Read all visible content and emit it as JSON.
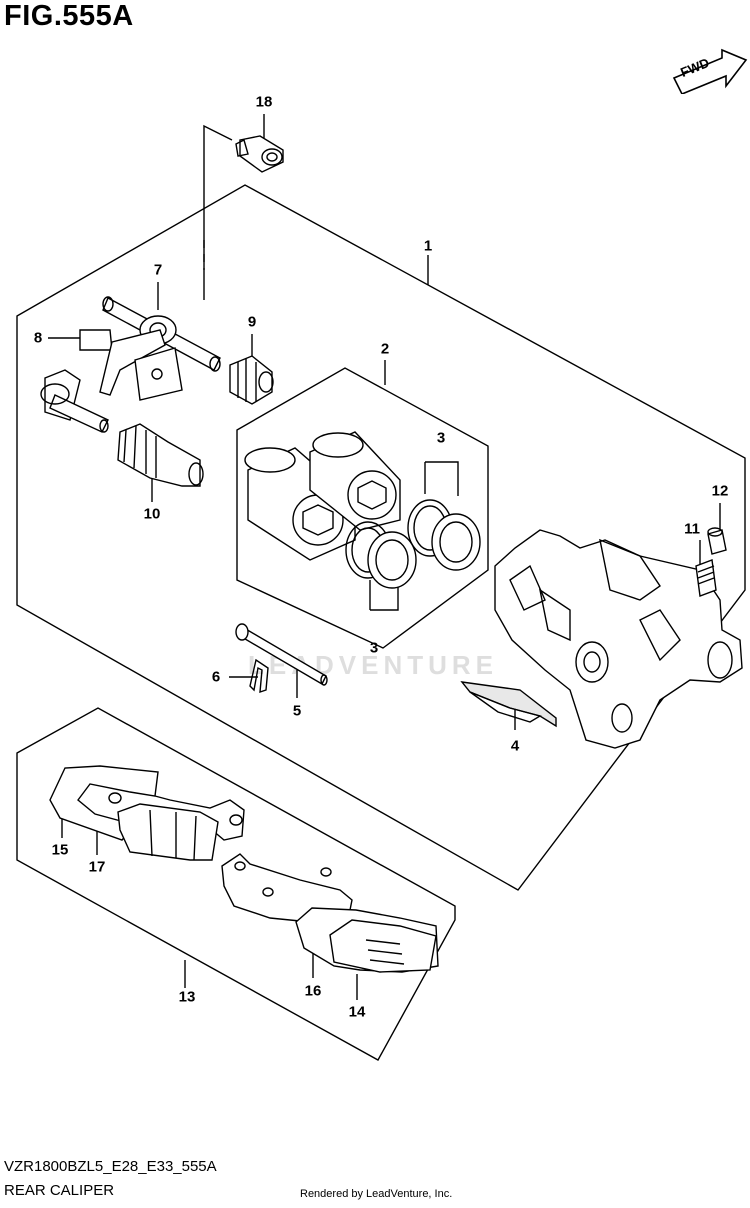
{
  "figure": {
    "title": "FIG.555A",
    "direction_label": "FWD",
    "watermark": "LEADVENTURE"
  },
  "callouts": {
    "c1": "1",
    "c2": "2",
    "c3_top": "3",
    "c3_bottom": "3",
    "c4": "4",
    "c5": "5",
    "c6": "6",
    "c7": "7",
    "c8": "8",
    "c9": "9",
    "c10": "10",
    "c11": "11",
    "c12": "12",
    "c13": "13",
    "c14": "14",
    "c15": "15",
    "c16": "16",
    "c17": "17",
    "c18": "18"
  },
  "footer": {
    "diagram_code": "VZR1800BZL5_E28_E33_555A",
    "diagram_name": "REAR CALIPER",
    "rendered_by": "Rendered by LeadVenture, Inc."
  }
}
